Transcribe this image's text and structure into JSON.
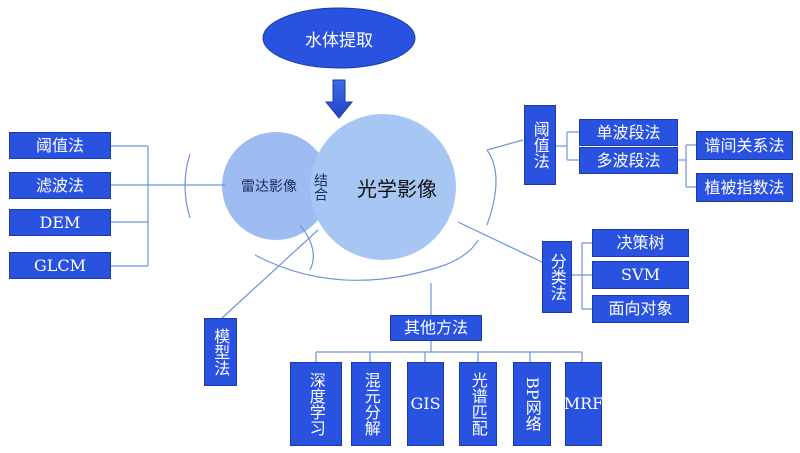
{
  "top_node": "水体提取",
  "center": {
    "radar": "雷达影像",
    "optical": "光学影像",
    "combine": "结合"
  },
  "left_methods": [
    "阈值法",
    "滤波法",
    "DEM",
    "GLCM"
  ],
  "model_method": "模型法",
  "threshold_group": {
    "title": "阈值法",
    "single_band": "单波段法",
    "multi_band": "多波段法",
    "spectral_relation": "谱间关系法",
    "vegetation_index": "植被指数法"
  },
  "classification": {
    "title": "分类法",
    "items": [
      "决策树",
      "SVM",
      "面向对象"
    ]
  },
  "other_methods": {
    "title": "其他方法",
    "items": [
      "深度学习",
      "混元分解",
      "GIS",
      "光谱匹配",
      "BP网络",
      "MRF"
    ]
  },
  "colors": {
    "box": "#2952e0",
    "ellipse": "#2952e0",
    "radar_circle": "#9ebcf2",
    "optical_circle": "#a8c6f4",
    "lines": "#6f93dc"
  }
}
